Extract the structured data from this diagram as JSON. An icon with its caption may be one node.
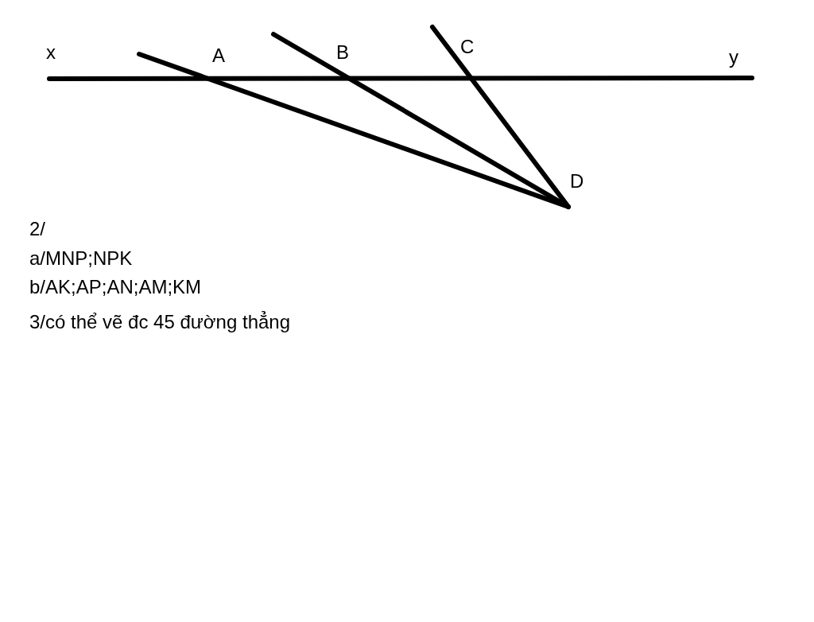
{
  "diagram": {
    "labels": [
      "x",
      "A",
      "B",
      "C",
      "y",
      "D",
      "2/",
      "a/MNP;NPK",
      "b/AK;AP;AN;AM;KM",
      "3/có thể vẽ đc 45 đường thẳng"
    ]
  }
}
